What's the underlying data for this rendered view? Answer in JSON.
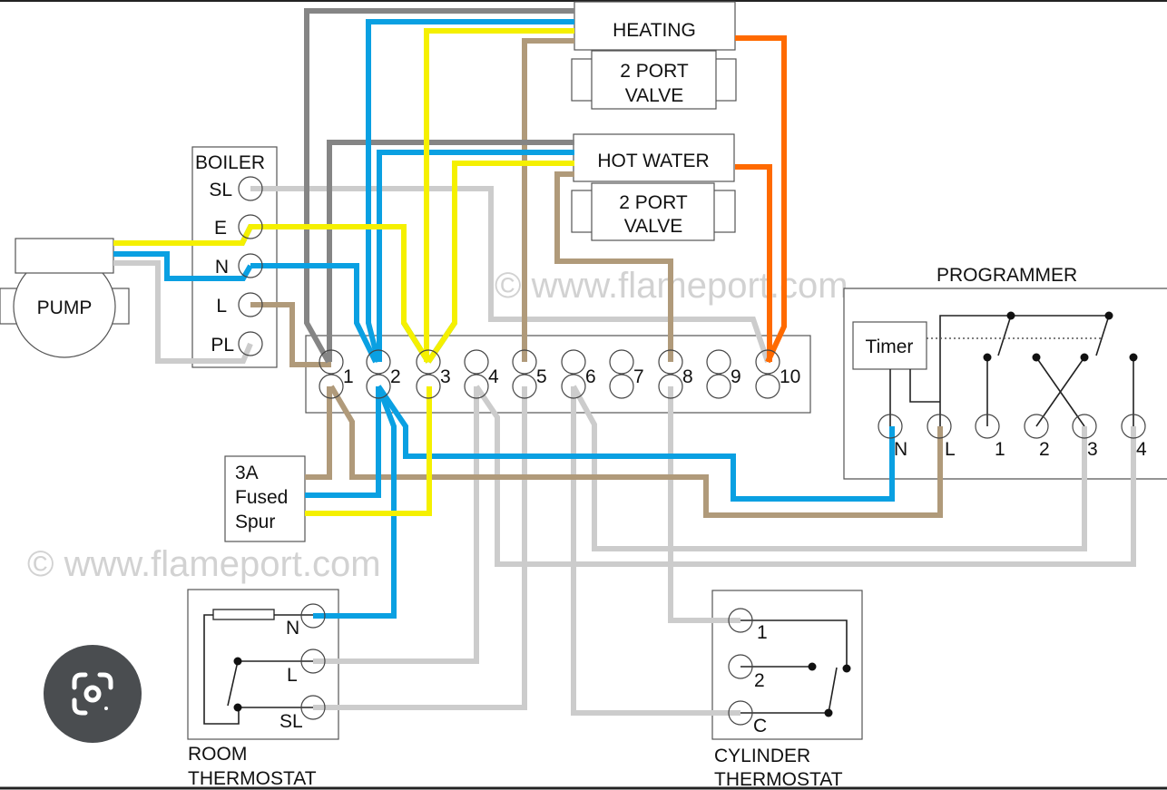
{
  "colors": {
    "grey_wire": "#858585",
    "blue_wire": "#0aa0e2",
    "brown_wire": "#b09a7a",
    "earth_green": "#22a33a",
    "earth_yellow": "#f5f000",
    "light_grey_wire": "#cccccc",
    "orange_wire": "#ff6a00"
  },
  "watermark": "© www.flameport.com",
  "boiler": {
    "title": "BOILER",
    "terminals": [
      "SL",
      "E",
      "N",
      "L",
      "PL"
    ]
  },
  "pump": {
    "label": "PUMP"
  },
  "heating_valve": {
    "title": "HEATING",
    "line1": "2 PORT",
    "line2": "VALVE"
  },
  "hot_water_valve": {
    "title": "HOT WATER",
    "line1": "2 PORT",
    "line2": "VALVE"
  },
  "junction_box": {
    "terminals": [
      "1",
      "2",
      "3",
      "4",
      "5",
      "6",
      "7",
      "8",
      "9",
      "10"
    ]
  },
  "programmer": {
    "title": "PROGRAMMER",
    "timer": "Timer",
    "terminals": [
      "N",
      "L",
      "1",
      "2",
      "3",
      "4"
    ]
  },
  "fused_spur": {
    "line1": "3A",
    "line2": "Fused",
    "line3": "Spur"
  },
  "room_thermostat": {
    "line1": "ROOM",
    "line2": "THERMOSTAT",
    "terminals": [
      "N",
      "L",
      "SL"
    ]
  },
  "cylinder_thermostat": {
    "line1": "CYLINDER",
    "line2": "THERMOSTAT",
    "terminals": [
      "1",
      "2",
      "C"
    ]
  },
  "lens_button": {
    "icon": "google-lens-icon"
  }
}
